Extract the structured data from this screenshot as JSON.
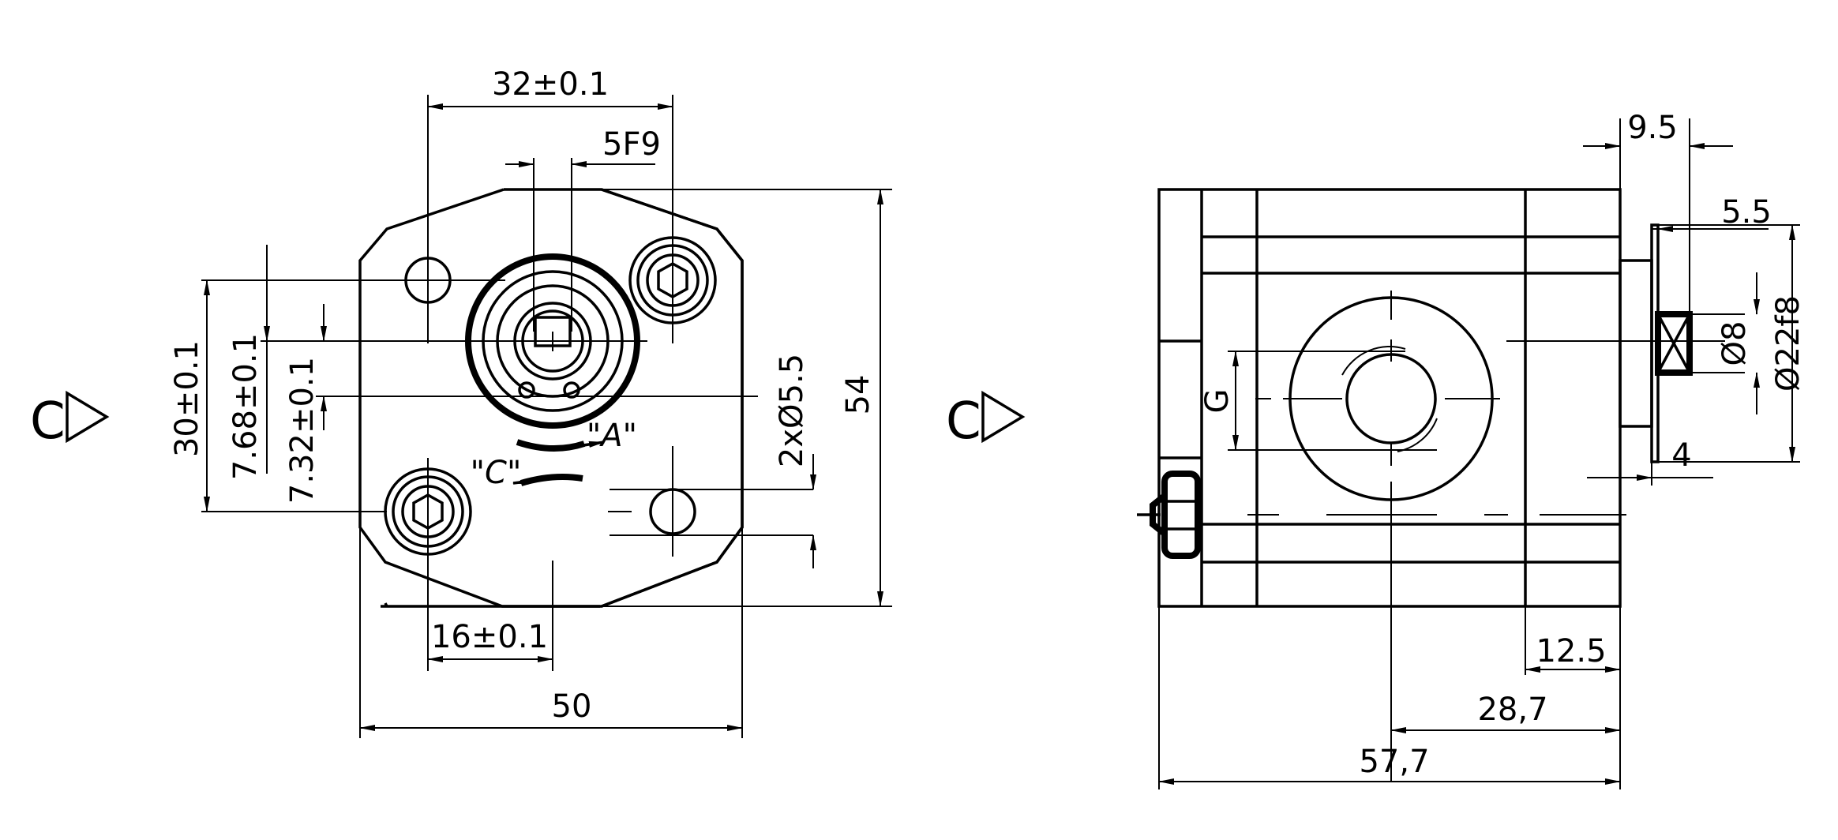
{
  "front_view": {
    "dim_32": "32±0.1",
    "dim_5F9": "5F9",
    "dim_30": "30±0.1",
    "dim_7_68": "7.68±0.1",
    "dim_7_32": "7.32±0.1",
    "dim_holes": "2xØ5.5",
    "dim_54": "54",
    "dim_16": "16±0.1",
    "dim_50": "50",
    "rotation_a": "\"A\"",
    "rotation_c": "\"C\"",
    "view_marker": "C"
  },
  "side_view": {
    "dim_9_5": "9.5",
    "dim_5_5": "5.5",
    "dim_8": "Ø8",
    "dim_22f8": "Ø22f8",
    "dim_4": "4",
    "dim_g": "G",
    "dim_12_5": "12.5",
    "dim_28_7": "28,7",
    "dim_57_7": "57,7",
    "view_marker": "C"
  }
}
